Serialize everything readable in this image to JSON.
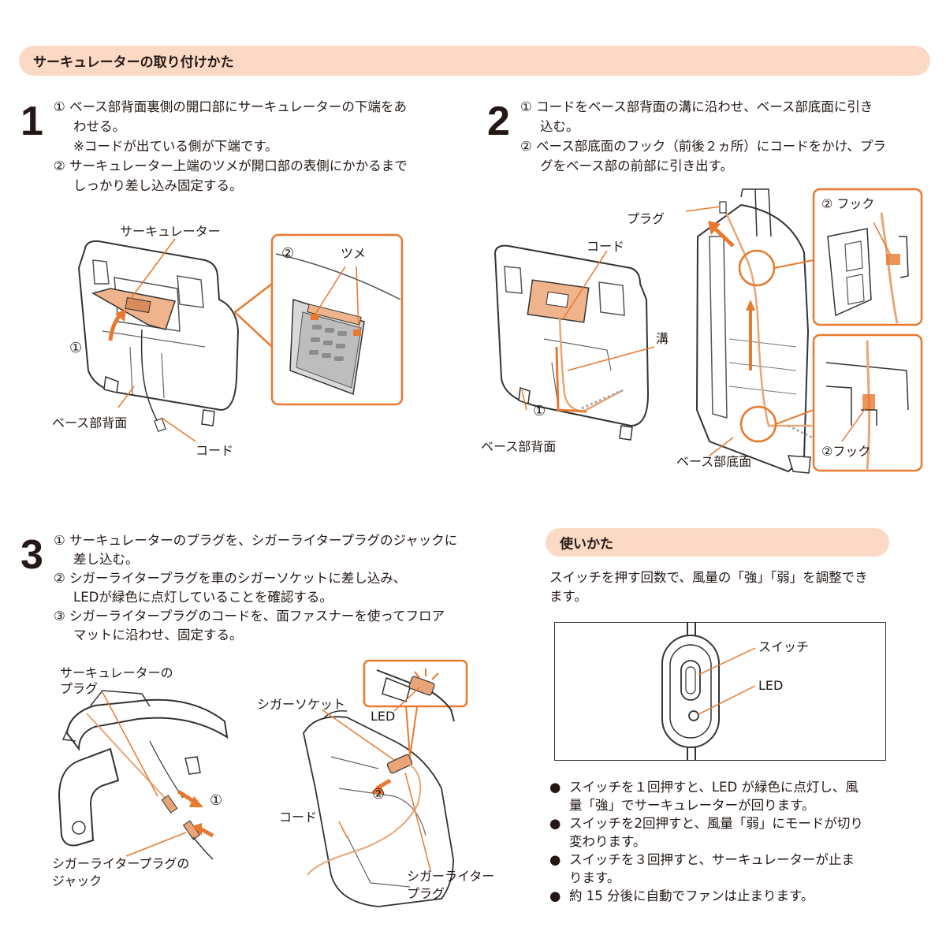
{
  "section1": {
    "title": "サーキュレーターの取り付けかた",
    "step1": {
      "number": "1",
      "lines": [
        "① ベース部背面裏側の開口部にサーキュレーターの下端をあ",
        "わせる。",
        "※コードが出ている側が下端です。",
        "② サーキュレーター上端のツメが開口部の表側にかかるまで",
        "しっかり差し込み固定する。"
      ],
      "labels": {
        "circulator": "サーキュレーター",
        "circle1": "①",
        "circle2": "②",
        "tab": "ツメ",
        "base_back": "ベース部背面",
        "cord": "コード"
      }
    },
    "step2": {
      "number": "2",
      "lines": [
        "① コードをベース部背面の溝に沿わせ、ベース部底面に引き",
        "込む。",
        "② ベース部底面のフック（前後２ヵ所）にコードをかけ、プラ",
        "グをベース部の前部に引き出す。"
      ],
      "labels": {
        "plug": "プラグ",
        "cord": "コード",
        "groove": "溝",
        "circle1": "①",
        "base_back": "ベース部背面",
        "base_bottom": "ベース部底面",
        "hook_top": "② フック",
        "hook_bottom": "②フック"
      }
    },
    "step3": {
      "number": "3",
      "lines": [
        "① サーキュレーターのプラグを、シガーライタープラグのジャックに",
        "差し込む。",
        "② シガーライタープラグを車のシガーソケットに差し込み、",
        "LEDが緑色に点灯していることを確認する。",
        "③ シガーライタープラグのコードを、面ファスナーを使ってフロア",
        "マットに沿わせ、固定する。"
      ],
      "labels": {
        "circ_plug_1": "サーキュレーターの",
        "circ_plug_2": "プラグ",
        "jack_1": "シガーライタープラグの",
        "jack_2": "ジャック",
        "circle1": "①",
        "circle2": "②",
        "socket": "シガーソケット",
        "led": "LED",
        "cord": "コード",
        "lighter_plug_1": "シガーライター",
        "lighter_plug_2": "プラグ"
      }
    }
  },
  "section2": {
    "title": "使いかた",
    "intro": [
      "スイッチを押す回数で、風量の「強」「弱」を調整でき",
      "ます。"
    ],
    "labels": {
      "switch": "スイッチ",
      "led": "LED"
    },
    "bullet_glyph": "●",
    "bullets": [
      [
        "スイッチを１回押すと、LED が緑色に点灯し、風",
        "量「強」でサーキュレーターが回ります。"
      ],
      [
        "スイッチを2回押すと、風量「弱」にモードが切り",
        "変わります。"
      ],
      [
        "スイッチを３回押すと、サーキュレーターが止ま",
        "ります。"
      ],
      [
        "約 15 分後に自動でファンは止まります。"
      ]
    ]
  },
  "colors": {
    "accent": "#e8792e",
    "bar": "#fbd9c4",
    "text": "#231815",
    "copper": "#e9a577"
  }
}
